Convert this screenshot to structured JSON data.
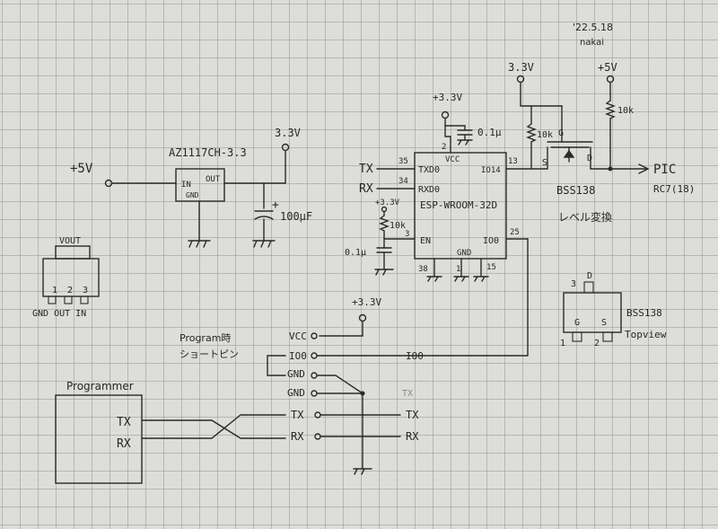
{
  "note": {
    "date": "'22.5.18",
    "author": "nakai"
  },
  "power": {
    "vin": "+5V",
    "reg_out": "3.3V",
    "esp_vcc": "+3.3V",
    "en_pullup": "+3.3V",
    "level_low": "3.3V",
    "level_high": "+5V",
    "header_vcc": "+3.3V"
  },
  "regulator": {
    "part": "AZ1117CH-3.3",
    "pin_in": "IN",
    "pin_out": "OUT",
    "pin_gnd": "GND"
  },
  "reg_cap": {
    "polarity": "+",
    "value": "100μF"
  },
  "reg_package": {
    "label_vout": "VOUT",
    "pins": [
      "1",
      "2",
      "3"
    ],
    "pin_names": "GND OUT IN"
  },
  "esp32": {
    "name": "ESP-WROOM-32D",
    "pins": {
      "vcc": "VCC",
      "vcc_num": "2",
      "txd": "TXD0",
      "txd_num": "35",
      "rxd": "RXD0",
      "rxd_num": "34",
      "en": "EN",
      "en_num": "3",
      "io14": "IO14",
      "io14_num": "13",
      "io0": "IO0",
      "io0_num": "25",
      "gnd": "GND",
      "gnd_nums": [
        "38",
        "1",
        "15"
      ]
    },
    "tx_label": "TX",
    "rx_label": "RX"
  },
  "decoupling": {
    "value": "0.1μ"
  },
  "en_rc": {
    "r": "10k",
    "c": "0.1μ"
  },
  "level_shifter": {
    "r_low": "10k",
    "r_high": "10k",
    "pin_g": "G",
    "pin_s": "S",
    "pin_d": "D",
    "part": "BSS138",
    "caption": "レベル変換"
  },
  "pic": {
    "label": "PIC",
    "pin": "RC7(18)"
  },
  "bss138_package": {
    "name": "BSS138",
    "view": "Topview",
    "pin_nums": [
      "3",
      "1",
      "2"
    ],
    "pin_names": [
      "D",
      "G",
      "S"
    ]
  },
  "program_jumper": {
    "title": "Program時",
    "subtitle": "ショートピン"
  },
  "header": {
    "pins": [
      "VCC",
      "IO0",
      "GND",
      "GND",
      "TX",
      "RX"
    ],
    "io0_net": "IO0",
    "tx_out": "TX",
    "rx_out": "RX",
    "faint": "TX"
  },
  "programmer": {
    "title": "Programmer",
    "tx": "TX",
    "rx": "RX"
  }
}
